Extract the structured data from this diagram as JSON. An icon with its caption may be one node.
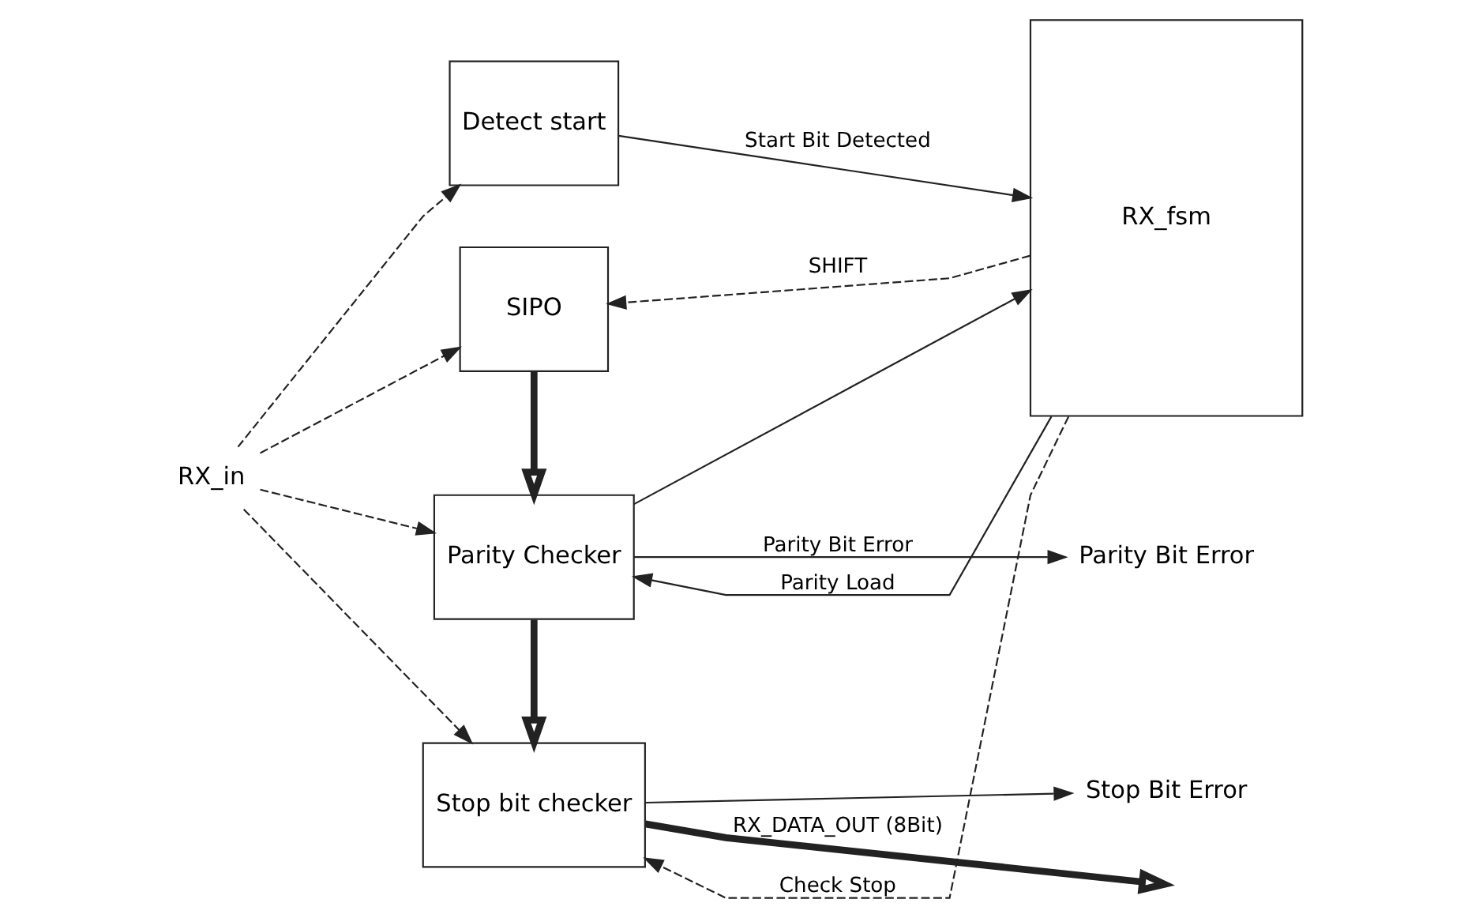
{
  "diagram": {
    "nodes": [
      {
        "text": [
          "RX_in"
        ]
      },
      {
        "text": [
          "Detect start"
        ]
      },
      {
        "text": [
          "SIPO"
        ]
      },
      {
        "text": [
          "Parity Checker"
        ]
      },
      {
        "text": [
          "Stop bit checker"
        ]
      },
      {
        "text": [
          "RX_fsm"
        ]
      },
      {
        "text": [
          "Parity Bit Error"
        ]
      },
      {
        "text": [
          "Stop Bit Error"
        ]
      }
    ],
    "edges": [
      {
        "from": 0,
        "to": 1,
        "arrow": "to",
        "style": "dashed"
      },
      {
        "from": 0,
        "to": 2,
        "arrow": "to",
        "style": "dashed"
      },
      {
        "from": 0,
        "to": 3,
        "arrow": "to",
        "style": "dashed"
      },
      {
        "from": 0,
        "to": 4,
        "arrow": "to",
        "style": "dashed"
      },
      {
        "from": 1,
        "to": 5,
        "arrow": "to",
        "label": "Start Bit Detected"
      },
      {
        "from": 5,
        "to": 2,
        "arrow": "to",
        "label": "SHIFT",
        "style": "dashed"
      },
      {
        "from": 2,
        "to": 3,
        "arrow": "to",
        "style": "thick"
      },
      {
        "from": 5,
        "to": 3,
        "arrow": "to",
        "label": "Parity Load"
      },
      {
        "from": 3,
        "to": 5,
        "arrow": "to"
      },
      {
        "from": 3,
        "to": 6,
        "arrow": "to",
        "label": "Parity Bit Error"
      },
      {
        "from": 3,
        "to": 4,
        "arrow": "to",
        "style": "thick"
      },
      {
        "from": 5,
        "to": 4,
        "arrow": "to",
        "label": "Check Stop",
        "style": "dashed"
      },
      {
        "from": 4,
        "to": 7,
        "arrow": "to"
      },
      {
        "from": 4,
        "to": null,
        "arrow": "to",
        "label": "RX_DATA_OUT (8Bit)",
        "style": "thick"
      }
    ]
  }
}
